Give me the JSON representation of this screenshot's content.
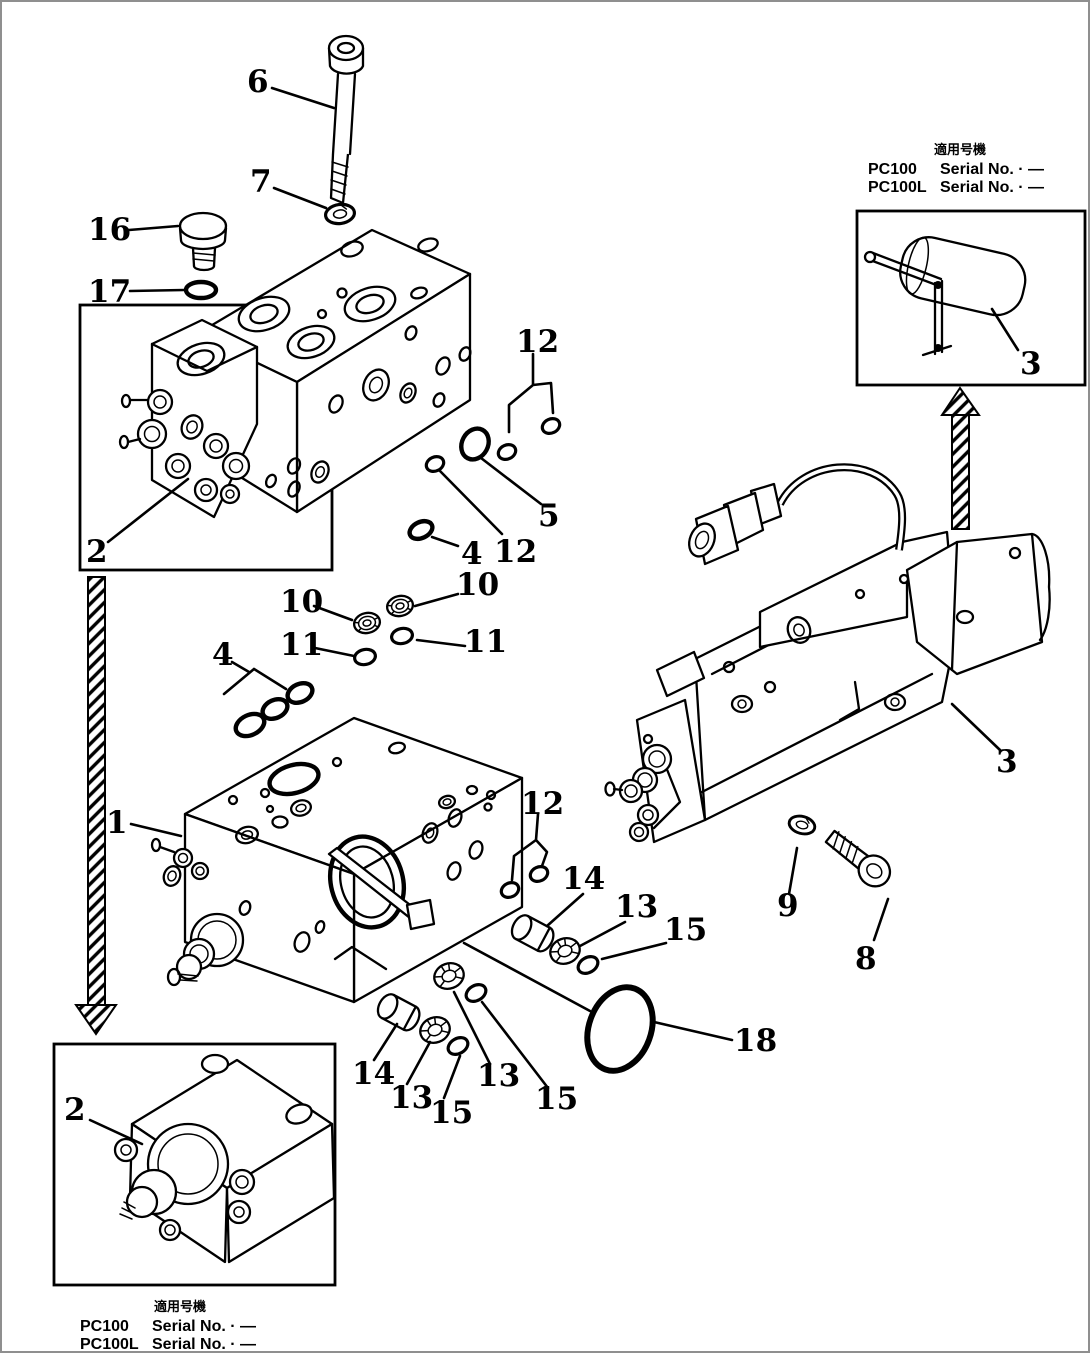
{
  "colors": {
    "paper": "#ffffff",
    "ink": "#000000",
    "frame": "#8f8f8f"
  },
  "callouts": {
    "c1": "1",
    "c2": "2",
    "c3": "3",
    "c4": "4",
    "c5": "5",
    "c6": "6",
    "c7": "7",
    "c8": "8",
    "c9": "9",
    "c10": "10",
    "c11": "11",
    "c12": "12",
    "c13": "13",
    "c14": "14",
    "c15": "15",
    "c16": "16",
    "c17": "17",
    "c18": "18"
  },
  "serial_blocks": {
    "top_right": {
      "heading": "適用号機",
      "rows": [
        [
          "PC100",
          "Serial No. · —"
        ],
        [
          "PC100L",
          "Serial No. · —"
        ]
      ]
    },
    "bottom_left": {
      "heading": "適用号機",
      "rows": [
        [
          "PC100",
          "Serial No. · —"
        ],
        [
          "PC100L",
          "Serial No. · —"
        ]
      ]
    }
  }
}
